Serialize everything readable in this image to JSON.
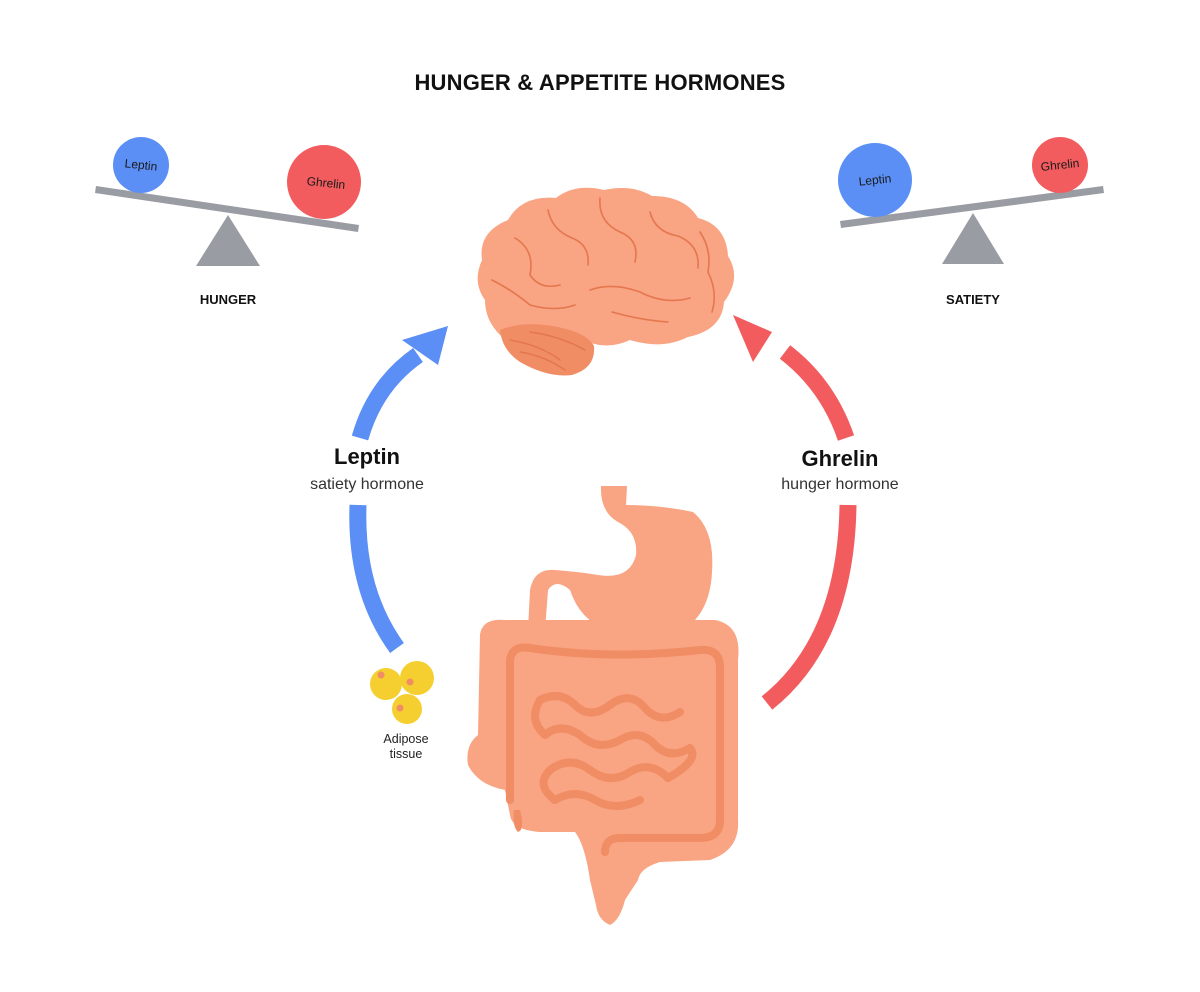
{
  "title": "HUNGER & APPETITE HORMONES",
  "colors": {
    "leptin": "#5b8ff5",
    "ghrelin": "#f25c5f",
    "organ": "#f9a482",
    "organ_dark": "#f08d64",
    "fulcrum": "#9a9ca4",
    "adipose": "#f5cf2f"
  },
  "left_scale": {
    "label": "HUNGER",
    "leptin_ball": "Leptin",
    "ghrelin_ball": "Ghrelin"
  },
  "right_scale": {
    "label": "SATIETY",
    "leptin_ball": "Leptin",
    "ghrelin_ball": "Ghrelin"
  },
  "leptin": {
    "name": "Leptin",
    "description": "satiety hormone"
  },
  "ghrelin": {
    "name": "Ghrelin",
    "description": "hunger hormone"
  },
  "adipose": {
    "line1": "Adipose",
    "line2": "tissue"
  },
  "icons": [
    "brain-icon",
    "stomach-icon",
    "intestines-icon",
    "adipose-cells-icon",
    "balance-scale-icon"
  ]
}
